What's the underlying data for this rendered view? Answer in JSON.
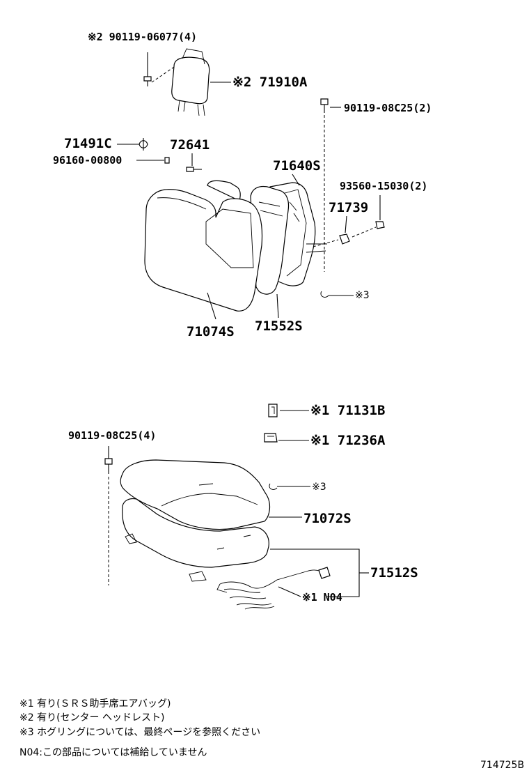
{
  "callouts": {
    "headrest_bolt": "※2 90119-06077(4)",
    "headrest": "※2 71910A",
    "back_bolt": "90119-08C25(2)",
    "c71491": "71491C",
    "c72641": "72641",
    "c96160": "96160-00800",
    "c71640": "71640S",
    "c93560": "93560-15030(2)",
    "c71739": "71739",
    "back_cover_ring": "※3",
    "c71074": "71074S",
    "c71552": "71552S",
    "c71131": "※1 71131B",
    "c71236": "※1 71236A",
    "cushion_bolt": "90119-08C25(4)",
    "cushion_ring": "※3",
    "c71072": "71072S",
    "c71512": "71512S",
    "n04": "※1 N04"
  },
  "notes": [
    "※1 有り(ＳＲＳ助手席エアバッグ)",
    "※2 有り(センター ヘッドレスト)",
    "※3 ホグリングについては、最終ページを参照ください",
    "N04:この部品については補給していません"
  ],
  "diagram_id": "714725B"
}
